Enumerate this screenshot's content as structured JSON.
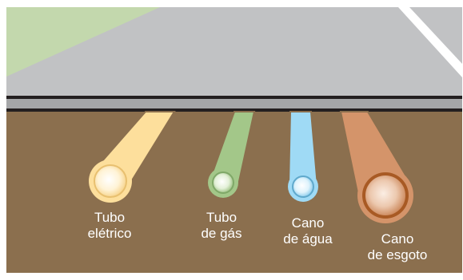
{
  "colors": {
    "road": "#c1c2c4",
    "grass": "#c3d8ad",
    "soil": "#8b6f4e",
    "curb": "#a5a6a8",
    "edge": "#231f20",
    "lane_marking": "#ffffff",
    "label_text": "#ffffff"
  },
  "pipes": [
    {
      "id": "electric",
      "color": "#fddf9c",
      "line1": "Tubo",
      "line2": "elétrico"
    },
    {
      "id": "gas",
      "color": "#a3c789",
      "line1": "Tubo",
      "line2": "de gás"
    },
    {
      "id": "water",
      "color": "#9fdaf5",
      "line1": "Cano",
      "line2": "de água"
    },
    {
      "id": "sewer",
      "color": "#d4946a",
      "line1": "Cano",
      "line2": "de esgoto"
    }
  ]
}
